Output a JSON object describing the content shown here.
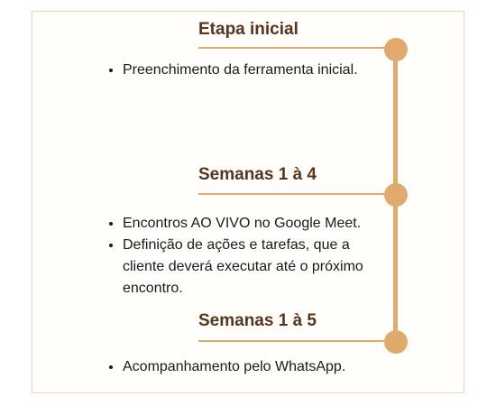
{
  "sections": [
    {
      "title": "Etapa inicial",
      "items": [
        "Preenchimento da ferramenta inicial."
      ]
    },
    {
      "title": "Semanas 1 à 4",
      "items": [
        "Encontros AO VIVO no Google Meet.",
        "Definição de ações e tarefas, que a cliente deverá executar até o próximo encontro."
      ]
    },
    {
      "title": "Semanas 1 à 5",
      "items": [
        "Acompanhamento pelo WhatsApp."
      ]
    }
  ],
  "colors": {
    "accent": "#e0a96d",
    "heading": "#56351f",
    "border": "#e6d3b1"
  }
}
